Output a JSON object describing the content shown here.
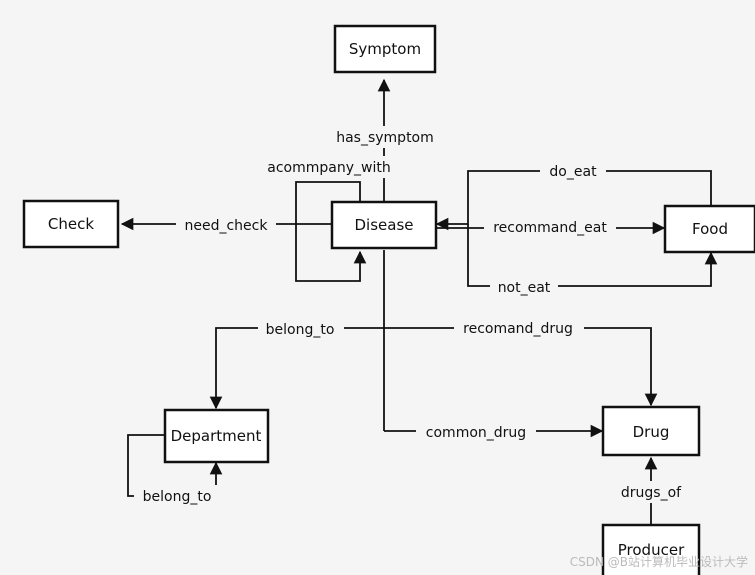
{
  "nodes": {
    "symptom": "Symptom",
    "check": "Check",
    "disease": "Disease",
    "food": "Food",
    "department": "Department",
    "drug": "Drug",
    "producer": "Producer"
  },
  "edges": {
    "has_symptom": "has_symptom",
    "acommpany_with": "acommpany_with",
    "need_check": "need_check",
    "do_eat": "do_eat",
    "recommand_eat": "recommand_eat",
    "not_eat": "not_eat",
    "belong_to_department": "belong_to",
    "recomand_drug": "recomand_drug",
    "common_drug": "common_drug",
    "belong_to_self": "belong_to",
    "drugs_of": "drugs_of"
  },
  "watermark": "CSDN @B站计算机毕业设计大学"
}
